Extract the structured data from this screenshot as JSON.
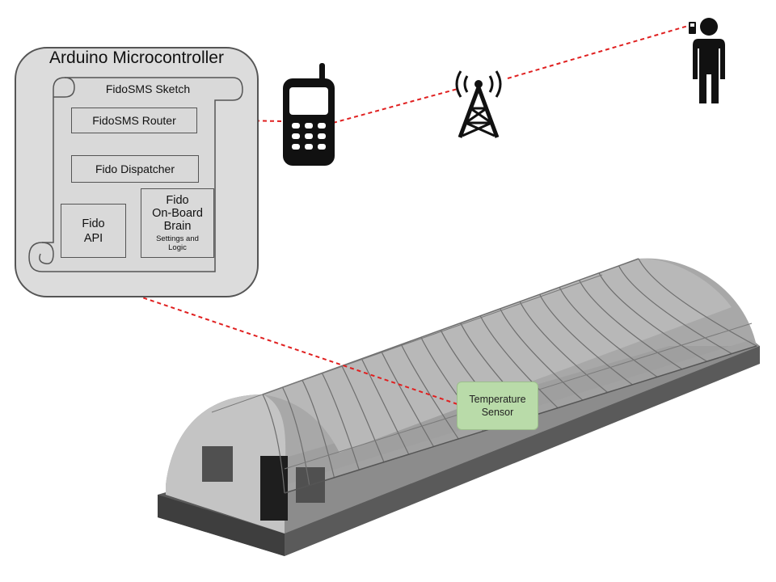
{
  "microcontroller": {
    "title": "Arduino Microcontroller",
    "sketch_label": "FidoSMS Sketch",
    "router_label": "FidoSMS Router",
    "dispatcher_label": "Fido Dispatcher",
    "api_label_line1": "Fido",
    "api_label_line2": "API",
    "brain_label_line1": "Fido",
    "brain_label_line2": "On-Board",
    "brain_label_line3": "Brain",
    "brain_sub_line1": "Settings and",
    "brain_sub_line2": "Logic"
  },
  "sensor": {
    "label_line1": "Temperature",
    "label_line2": "Sensor"
  },
  "icons": {
    "phone": "mobile-phone-icon",
    "tower": "cell-tower-icon",
    "person": "person-icon",
    "greenhouse": "greenhouse-illustration"
  },
  "colors": {
    "connector": "#e02020",
    "panel": "#dcdcdc",
    "sensor": "#b9dba9"
  }
}
